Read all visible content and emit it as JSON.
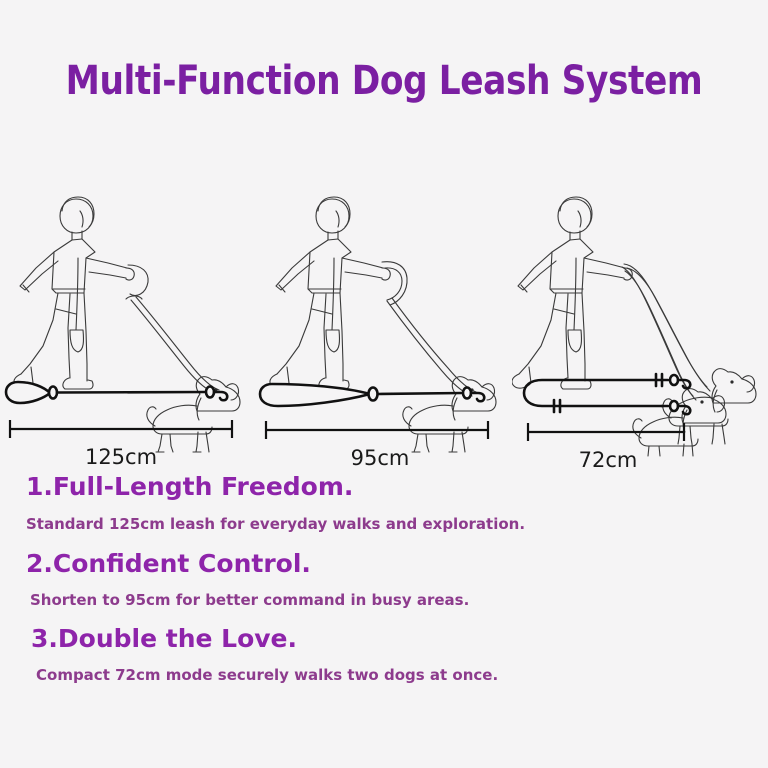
{
  "page": {
    "background_color": "#f5f4f5",
    "title": "Multi-Function Dog Leash System",
    "title_color": "#7b1fa2"
  },
  "panels": [
    {
      "id": "panel-125",
      "scene_name": "person-walking-one-dog-long-leash",
      "dimension_label": "125cm",
      "dogs": 1,
      "leash_style": "full-length-single-strand"
    },
    {
      "id": "panel-95",
      "scene_name": "person-walking-one-dog-short-leash",
      "dimension_label": "95cm",
      "dogs": 1,
      "leash_style": "folded-handle-shortened"
    },
    {
      "id": "panel-72",
      "scene_name": "person-walking-two-dogs-split-leash",
      "dimension_label": "72cm",
      "dogs": 2,
      "leash_style": "double-u-splitter"
    }
  ],
  "features": [
    {
      "heading": "1.Full-Length Freedom.",
      "body": "Standard 125cm leash for everyday walks and exploration."
    },
    {
      "heading": "2.Confident Control.",
      "body": "Shorten to 95cm for better command in busy areas."
    },
    {
      "heading": "3.Double the Love.",
      "body": "Compact 72cm mode securely walks two dogs at once."
    }
  ],
  "colors": {
    "heading": "#8e24aa",
    "body": "#8d3b8d",
    "line_art": "#2b2b2b",
    "dimension_text": "#1a1a1a"
  }
}
